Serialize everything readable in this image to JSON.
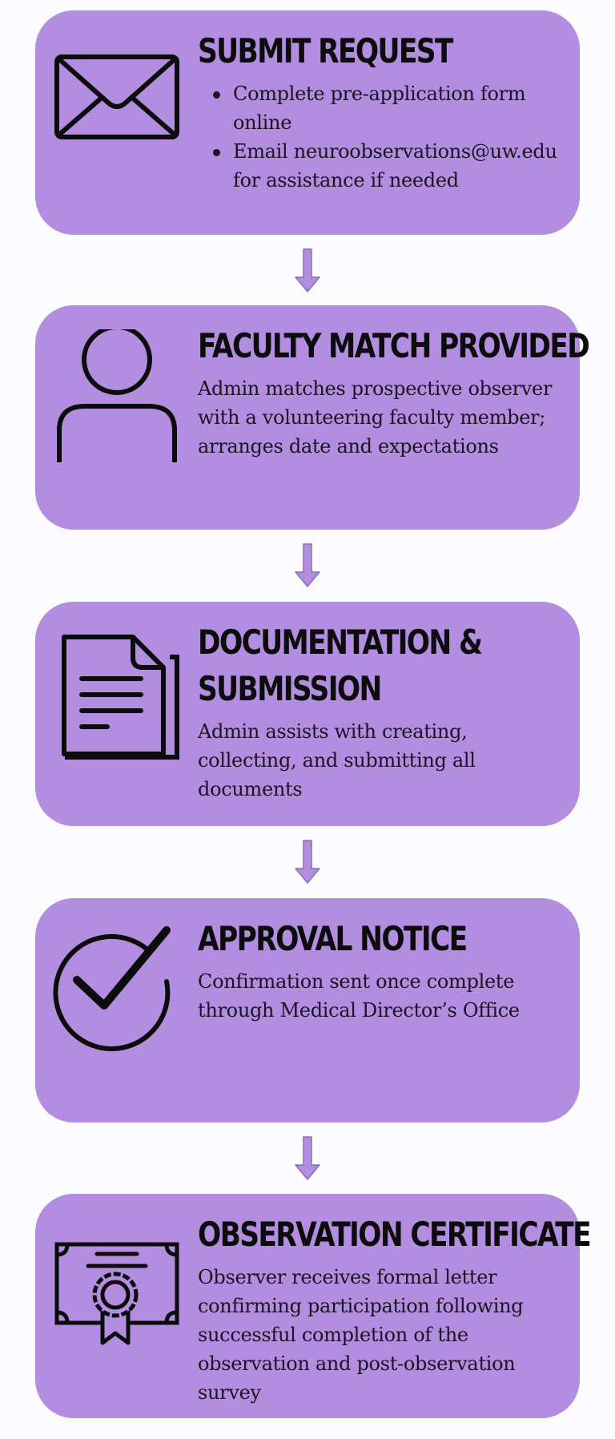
{
  "colors": {
    "card_background": "#b28de0",
    "arrow_fill": "#b28de0",
    "arrow_stroke": "#8a70ad",
    "text": "#0c0c0c"
  },
  "steps": [
    {
      "icon": "envelope-icon",
      "title": "SUBMIT REQUEST",
      "bullets": [
        "Complete pre-application form online",
        "Email neuroobservations@uw.edu for assistance if needed"
      ]
    },
    {
      "icon": "person-icon",
      "title": "FACULTY MATCH PROVIDED",
      "description": "Admin matches prospective observer with a volunteering faculty member; arranges date and expectations"
    },
    {
      "icon": "document-icon",
      "title": "DOCUMENTATION & SUBMISSION",
      "description": "Admin assists with creating, collecting, and submitting all documents"
    },
    {
      "icon": "checkmark-circle-icon",
      "title": "APPROVAL NOTICE",
      "description": "Confirmation sent once complete through Medical Director’s Office"
    },
    {
      "icon": "certificate-icon",
      "title": "OBSERVATION CERTIFICATE",
      "description": "Observer receives formal letter confirming participation following successful completion of the observation and post-observation survey"
    }
  ]
}
